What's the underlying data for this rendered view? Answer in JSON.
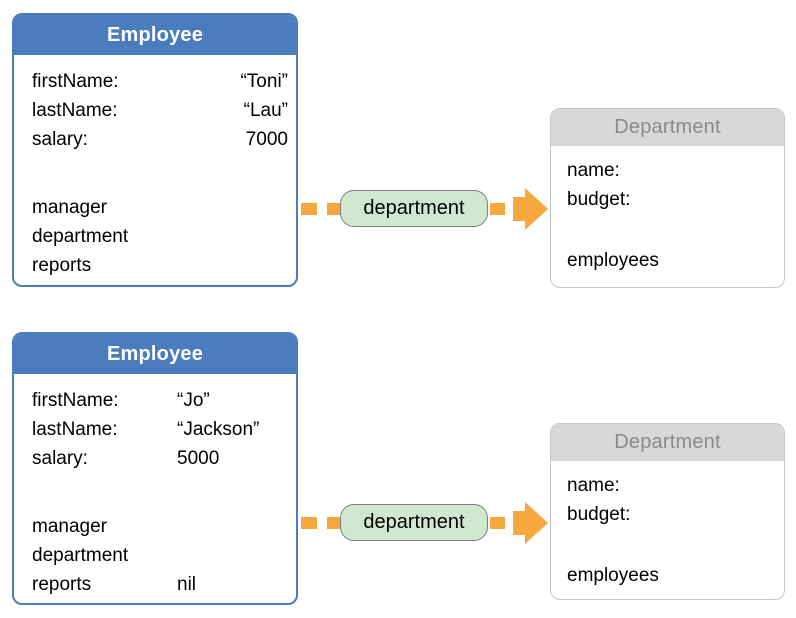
{
  "colors": {
    "employee_header_bg": "#4B7CBE",
    "employee_header_text": "#FFFFFF",
    "employee_border": "#4B7CBE",
    "department_header_bg": "#D8D8D8",
    "department_header_text": "#8A8A8A",
    "department_border": "#C6C6C6",
    "relationship_pill_bg": "#CFE8CF",
    "relationship_pill_border": "#7E7E7E",
    "arrow_orange": "#F6A73E",
    "body_text": "#000000"
  },
  "employee1": {
    "title": "Employee",
    "attribute_rows": [
      {
        "label": "firstName:",
        "value": "“Toni”"
      },
      {
        "label": "lastName:",
        "value": "“Lau”"
      },
      {
        "label": "salary:",
        "value": "7000"
      }
    ],
    "relationship_rows": [
      {
        "label": "manager",
        "value": ""
      },
      {
        "label": "department",
        "value": ""
      },
      {
        "label": "reports",
        "value": ""
      }
    ]
  },
  "department1": {
    "title": "Department",
    "attribute_rows": [
      {
        "label": "name:",
        "value": ""
      },
      {
        "label": "budget:",
        "value": ""
      }
    ],
    "relationship_rows": [
      {
        "label": "employees",
        "value": ""
      }
    ]
  },
  "employee2": {
    "title": "Employee",
    "attribute_rows": [
      {
        "label": "firstName:",
        "value": "“Jo”"
      },
      {
        "label": "lastName:",
        "value": "“Jackson”"
      },
      {
        "label": "salary:",
        "value": "5000"
      }
    ],
    "relationship_rows": [
      {
        "label": "manager",
        "value": ""
      },
      {
        "label": "department",
        "value": ""
      },
      {
        "label": "reports",
        "value": "nil"
      }
    ]
  },
  "department2": {
    "title": "Department",
    "attribute_rows": [
      {
        "label": "name:",
        "value": ""
      },
      {
        "label": "budget:",
        "value": ""
      }
    ],
    "relationship_rows": [
      {
        "label": "employees",
        "value": ""
      }
    ]
  },
  "connections": {
    "top": {
      "label": "department"
    },
    "bottom": {
      "label": "department"
    }
  }
}
